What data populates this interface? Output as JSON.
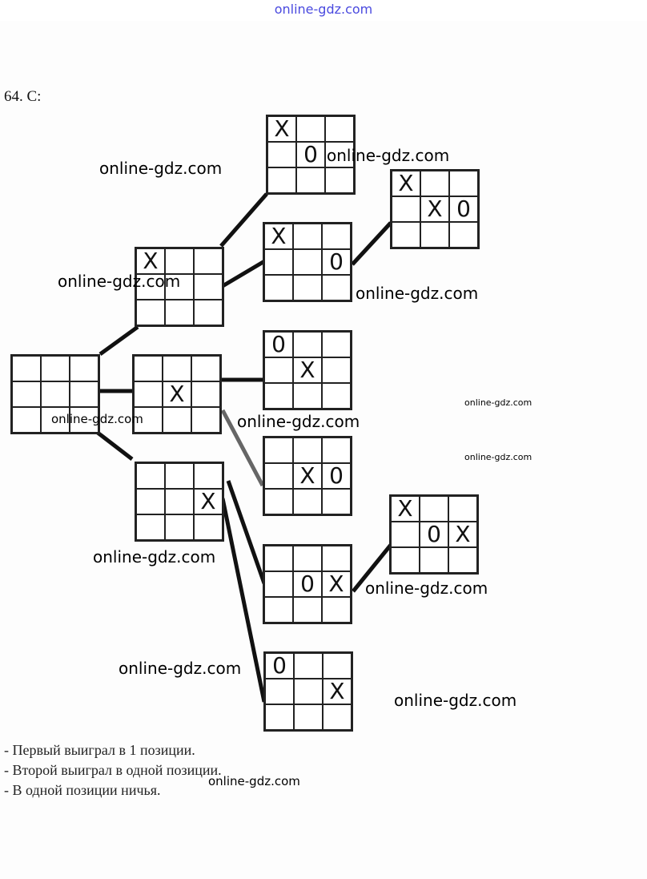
{
  "header": {
    "watermark": "online-gdz.com"
  },
  "title": "64. С:",
  "boards": [
    {
      "id": "root",
      "cells": [
        "",
        "",
        "",
        "",
        "",
        "",
        "",
        "",
        ""
      ]
    },
    {
      "id": "b1",
      "cells": [
        "X",
        "",
        "",
        "",
        "",
        "",
        "",
        "",
        ""
      ]
    },
    {
      "id": "b2",
      "cells": [
        "",
        "",
        "",
        "",
        "X",
        "",
        "",
        "",
        ""
      ]
    },
    {
      "id": "b3",
      "cells": [
        "",
        "",
        "",
        "",
        "",
        "X",
        "",
        "",
        ""
      ]
    },
    {
      "id": "b4",
      "cells": [
        "X",
        "",
        "",
        "",
        "0",
        "",
        "",
        "",
        ""
      ]
    },
    {
      "id": "b5",
      "cells": [
        "X",
        "",
        "",
        "",
        "",
        "0",
        "",
        "",
        ""
      ]
    },
    {
      "id": "b6",
      "cells": [
        "X",
        "",
        "",
        "",
        "X",
        "0",
        "",
        "",
        ""
      ]
    },
    {
      "id": "b7",
      "cells": [
        "0",
        "",
        "",
        "",
        "X",
        "",
        "",
        "",
        ""
      ]
    },
    {
      "id": "b8",
      "cells": [
        "",
        "",
        "",
        "",
        "X",
        "0",
        "",
        "",
        ""
      ]
    },
    {
      "id": "b9",
      "cells": [
        "",
        "",
        "",
        "",
        "0",
        "X",
        "",
        "",
        ""
      ]
    },
    {
      "id": "b10",
      "cells": [
        "X",
        "",
        "",
        "",
        "0",
        "X",
        "",
        "",
        ""
      ]
    },
    {
      "id": "b11",
      "cells": [
        "0",
        "",
        "",
        "",
        "",
        "X",
        "",
        "",
        ""
      ]
    }
  ],
  "edges": [
    [
      "root",
      "b1"
    ],
    [
      "root",
      "b2"
    ],
    [
      "root",
      "b3"
    ],
    [
      "b1",
      "b4"
    ],
    [
      "b1",
      "b5"
    ],
    [
      "b5",
      "b6"
    ],
    [
      "b2",
      "b7"
    ],
    [
      "b2",
      "b8"
    ],
    [
      "b3",
      "b9"
    ],
    [
      "b3",
      "b11"
    ],
    [
      "b9",
      "b10"
    ]
  ],
  "watermarks": [
    "online-gdz.com",
    "online-gdz.com",
    "online-gdz.com",
    "online-gdz.com",
    "online-gdz.com",
    "online-gdz.com",
    "online-gdz.com",
    "online-gdz.com",
    "online-gdz.com",
    "online-gdz.com",
    "online-gdz.com",
    "online-gdz.com",
    "online-gdz.com",
    "online-gdz.com"
  ],
  "notes": [
    "- Первый выиграл в 1 позиции.",
    "- Второй выиграл в одной позиции.",
    "- В одной позиции ничья."
  ]
}
